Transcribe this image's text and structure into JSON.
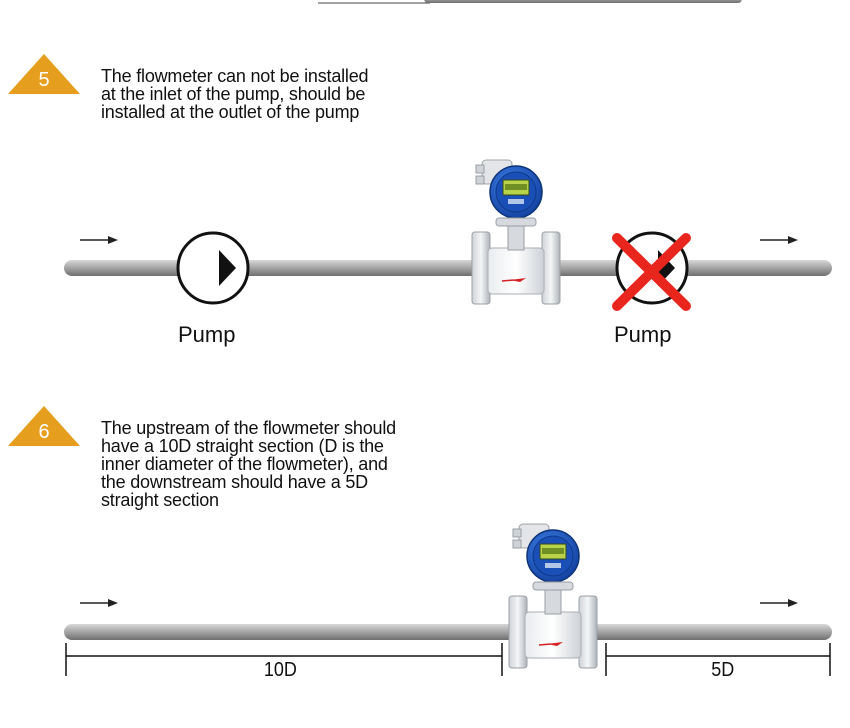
{
  "step5": {
    "number": "5",
    "lines": [
      "The flowmeter can not be installed",
      "at the inlet of the pump, should be",
      "installed at the outlet of the pump"
    ],
    "pump_left_label": "Pump",
    "pump_right_label": "Pump"
  },
  "step6": {
    "number": "6",
    "lines": [
      "The upstream of the flowmeter should",
      "have a 10D straight section (D is the",
      "inner diameter of the flowmeter), and",
      "the downstream should have a 5D",
      "straight section"
    ],
    "upstream_label": "10D",
    "downstream_label": "5D"
  },
  "colors": {
    "badge": "#e59e1e",
    "pipe": "#9a9a9a",
    "meter_blue": "#1c55c8",
    "cross": "#e8261d"
  }
}
